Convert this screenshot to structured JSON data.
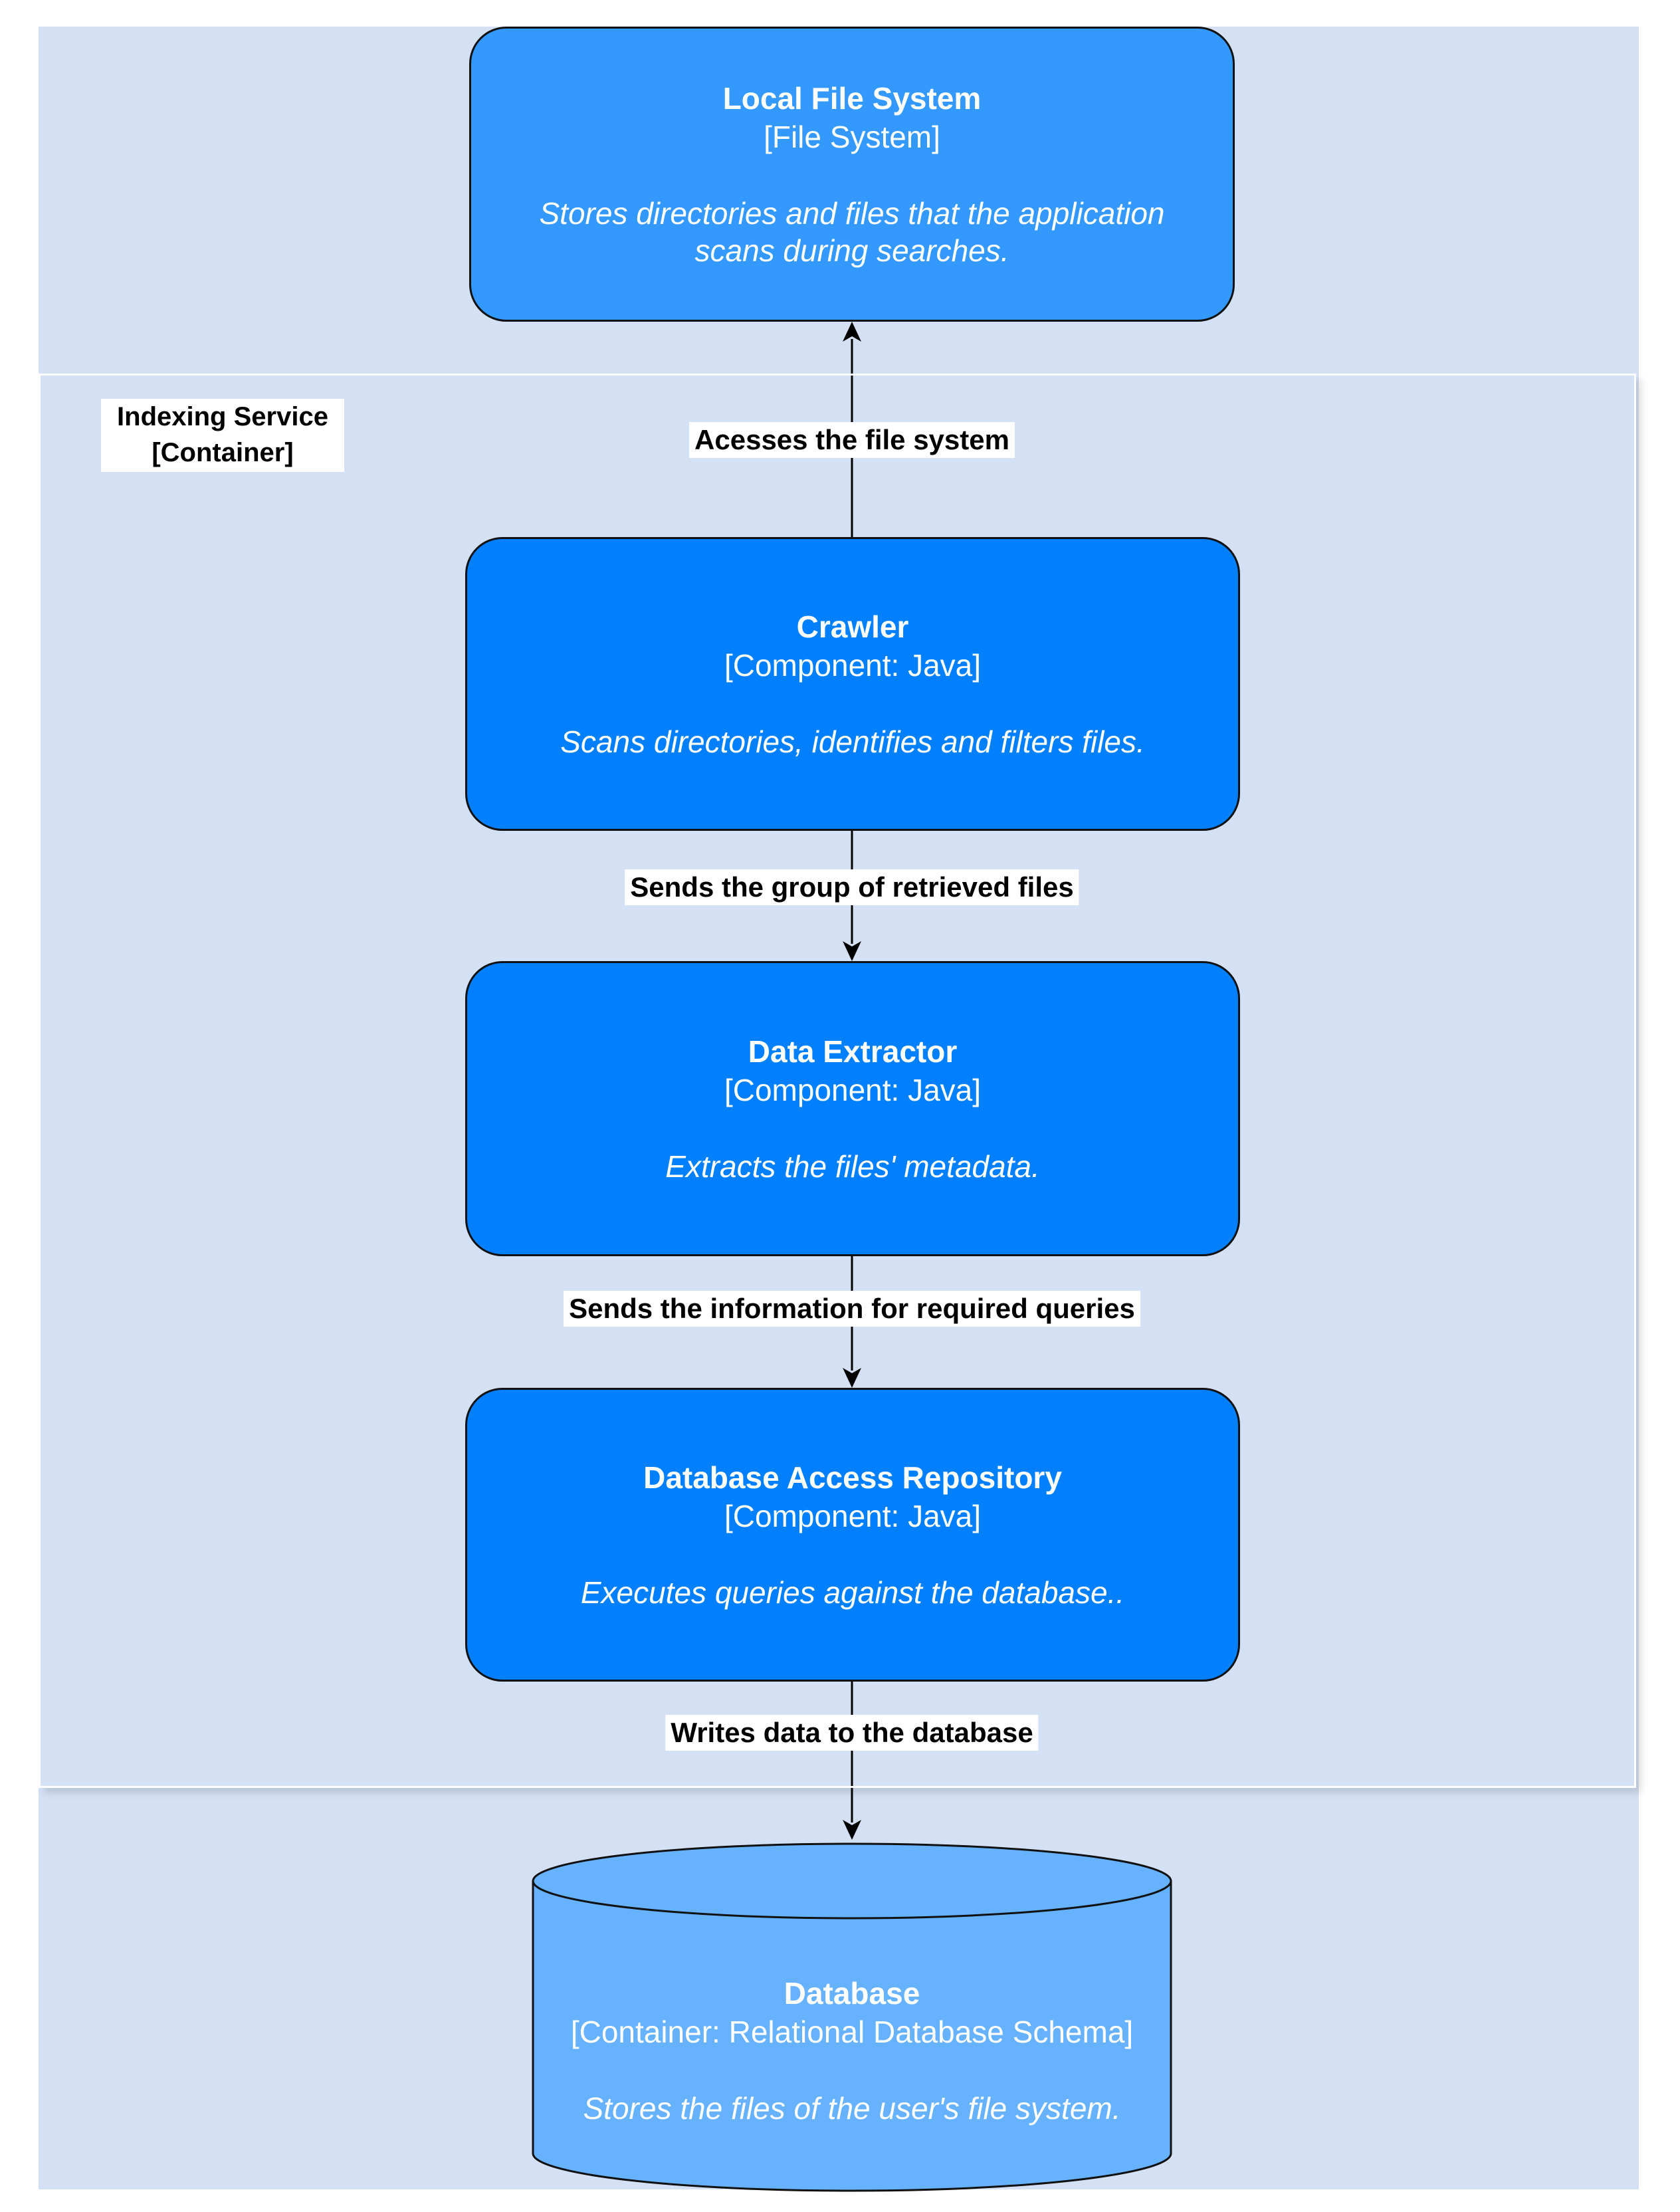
{
  "boundary": {
    "name": "Indexing Service",
    "type": "[Container]"
  },
  "nodes": {
    "file_system": {
      "name": "Local File System",
      "tech": "[File System]",
      "desc": "Stores directories and files that the application scans during searches."
    },
    "crawler": {
      "name": "Crawler",
      "tech": "[Component: Java]",
      "desc": "Scans directories, identifies and filters files."
    },
    "extractor": {
      "name": "Data Extractor",
      "tech": "[Component: Java]",
      "desc": "Extracts the files' metadata."
    },
    "repository": {
      "name": "Database Access Repository",
      "tech": "[Component: Java]",
      "desc": "Executes queries against the database.."
    },
    "database": {
      "name": "Database",
      "tech": "[Container: Relational Database Schema]",
      "desc": "Stores the files of the user's file system."
    }
  },
  "edges": {
    "crawler_to_fs": "Acesses the file system",
    "crawler_to_extractor": "Sends the group of retrieved files",
    "extractor_to_repo": "Sends the information for required queries",
    "repo_to_db": "Writes data to the database"
  },
  "colors": {
    "background": "#d4e1f5",
    "external_system": "#3399ff",
    "component": "#0080ff",
    "database": "#66b2ff"
  }
}
